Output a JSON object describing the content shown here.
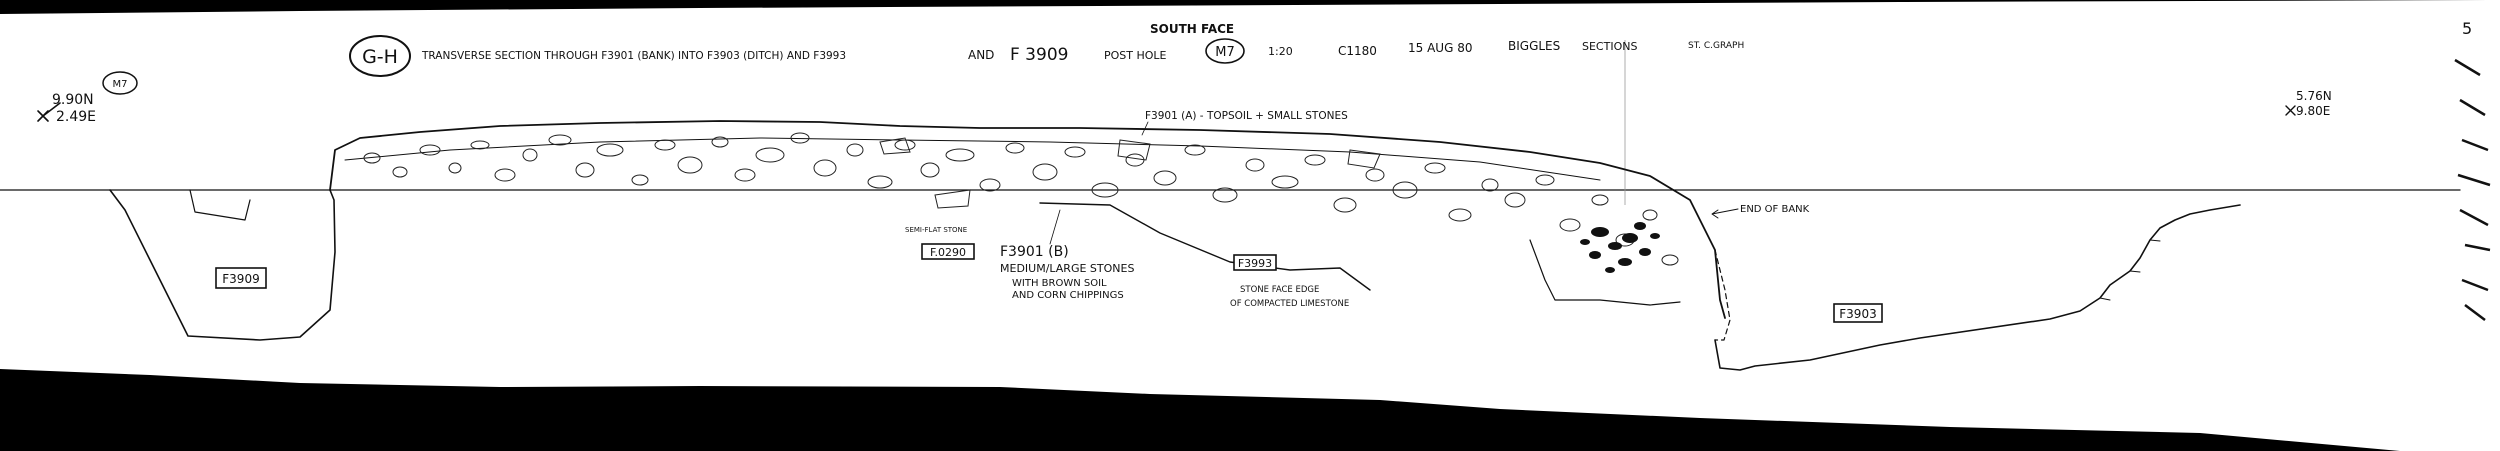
{
  "drawing": {
    "header": {
      "section_label": "G-H",
      "description": "TRANSVERSE SECTION THROUGH F3901 (BANK) INTO F3903 (DITCH) AND F3993",
      "and_word": "AND",
      "feature": "F 3909",
      "post_hole": "POST HOLE",
      "m7_circle": "M7",
      "site_code": "1:20",
      "context_ref": "C1180",
      "date": "15 AUG 80",
      "recorder": "BIGGLES",
      "sections": "SECTIONS",
      "extra": "ST. C.GRAPH",
      "face": "SOUTH FACE",
      "sheet_no": "5"
    },
    "datum_left": {
      "circle": "M7",
      "north": "9.90N",
      "east": "2.49E"
    },
    "datum_right": {
      "north": "5.76N",
      "east": "9.80E"
    },
    "annotations": {
      "topsoil": "F3901 (A) - TOPSOIL + SMALL STONES",
      "stones_label_1": "F3901 (B)",
      "stones_label_2": "MEDIUM/LARGE STONES",
      "stones_label_3": "WITH BROWN SOIL",
      "stones_label_4": "AND CORN CHIPPINGS",
      "stone_face_1": "STONE FACE EDGE",
      "stone_face_2": "OF COMPACTED LIMESTONE",
      "end_bank": "END OF BANK",
      "small_note": "SEMI-FLAT STONE"
    },
    "feature_boxes": {
      "f3909": "F3909",
      "f3903": "F3903",
      "f3993": "F3993",
      "f0290": "F.0290"
    }
  }
}
